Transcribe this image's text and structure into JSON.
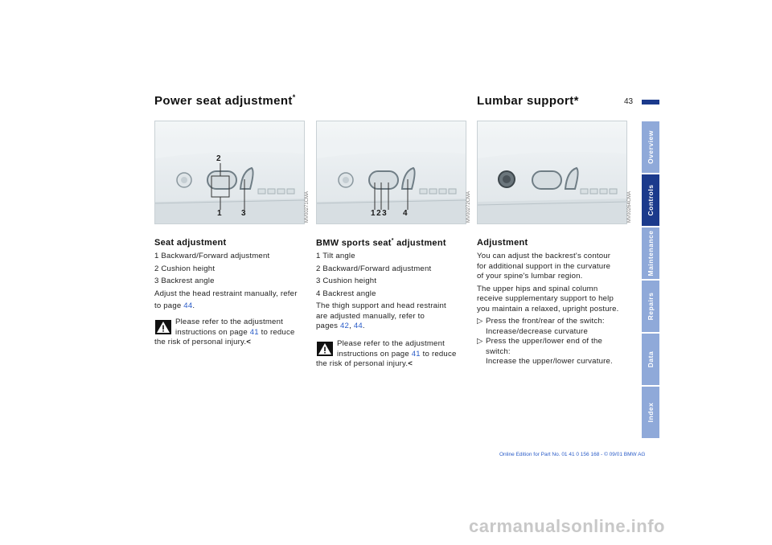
{
  "header": {
    "left_title": "Power seat adjustment",
    "left_title_star": "*",
    "right_title": "Lumbar support*",
    "page_number": "43"
  },
  "images": {
    "img1": {
      "code": "MV00271CMA",
      "callouts": [
        "2",
        "1",
        "3"
      ]
    },
    "img2": {
      "code": "MV00272CMA",
      "callouts": [
        "1",
        "2",
        "3",
        "4"
      ]
    },
    "img3": {
      "code": "MV00264CMA"
    }
  },
  "col1": {
    "heading": "Seat adjustment",
    "items": [
      "1  Backward/Forward adjustment",
      "2  Cushion height",
      "3  Backrest angle"
    ],
    "para_line1": "Adjust the head restraint manually, refer",
    "para_line2_pre": "to page ",
    "para_link": "44",
    "para_line2_post": ".",
    "warn_line1": "Please refer to the adjustment",
    "warn_line2_pre": "instructions on page ",
    "warn_link": "41",
    "warn_line2_post": " to reduce",
    "warn_line3": "the risk of personal injury.",
    "end_mark": "<"
  },
  "col2": {
    "heading": "BMW sports seat",
    "heading_star": "*",
    "heading_suffix": " adjustment",
    "items": [
      "1  Tilt angle",
      "2  Backward/Forward adjustment",
      "3  Cushion height",
      "4  Backrest angle"
    ],
    "para_line1": "The thigh support and head restraint",
    "para_line2": "are adjusted manually, refer to",
    "para_line3_pre": "pages ",
    "para_link1": "42",
    "para_sep": ", ",
    "para_link2": "44",
    "para_line3_post": ".",
    "warn_line1": "Please refer to the adjustment",
    "warn_line2_pre": "instructions on page ",
    "warn_link": "41",
    "warn_line2_post": " to reduce",
    "warn_line3": "the risk of personal injury.",
    "end_mark": "<"
  },
  "col3": {
    "heading": "Adjustment",
    "para1": [
      "You can adjust the backrest's contour",
      "for additional support in the curvature",
      "of your spine's lumbar region."
    ],
    "para2": [
      "The upper hips and spinal column",
      "receive supplementary support to help",
      "you maintain a relaxed, upright posture."
    ],
    "bullet_marker": "▷",
    "bullet1": [
      "Press the front/rear of the switch:",
      "Increase/decrease curvature"
    ],
    "bullet2": [
      "Press the upper/lower end of the",
      "switch:",
      "Increase the upper/lower curvature."
    ]
  },
  "tabs": [
    "Overview",
    "Controls",
    "Maintenance",
    "Repairs",
    "Data",
    "Index"
  ],
  "active_tab": "Controls",
  "footer": "Online Edition for Part No. 01 41 0 156 168 - © 09/01 BMW AG",
  "watermark": "carmanualsonline.info",
  "colors": {
    "tab_active": "#1b3a8c",
    "tab_inactive": "#8fa9d9",
    "link": "#2a5cc8"
  }
}
